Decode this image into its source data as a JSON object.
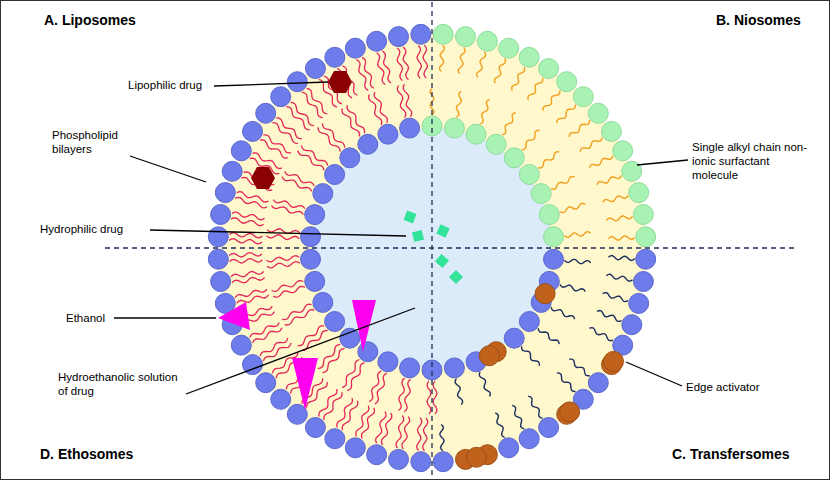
{
  "diagram": {
    "labels": [
      "A. Liposomes",
      "B. Niosomes",
      "Lipophilic drug",
      "Single alkyl chain non-ionic surfactant molecule",
      "Phospholipid bilayers",
      "Hydrophilic drug",
      "Ethanol",
      "Hydroethanolic solution of drug",
      "Edge activator",
      "D. Ethosomes",
      "C. Transfersomes"
    ]
  }
}
